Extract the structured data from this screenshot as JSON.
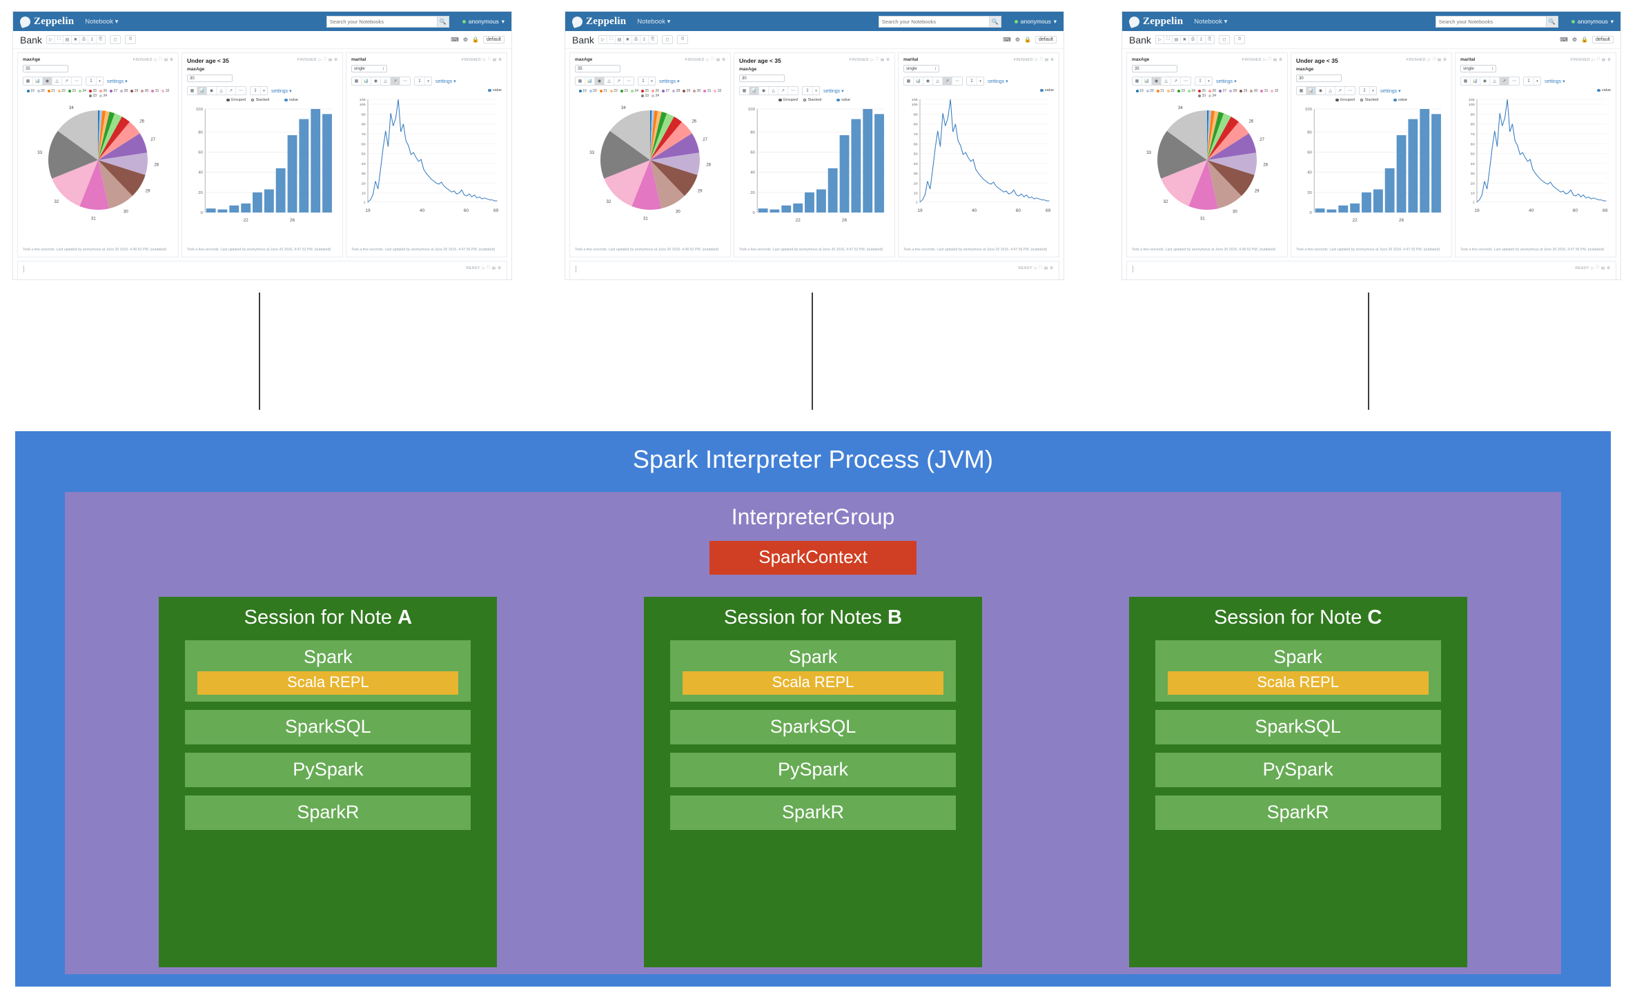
{
  "notebooks": [
    {
      "app_name": "Zeppelin",
      "menu": "Notebook",
      "search_placeholder": "Search your Notebooks",
      "user": "anonymous",
      "interpreter_binding": "default",
      "note_title": "Bank",
      "paragraphs": [
        {
          "label": "maxAge",
          "title": "",
          "input_value": "35",
          "status": "FINISHED",
          "viz": "pie",
          "settings_label": "settings",
          "footer": "Took a few seconds. Last updated by anonymous at June 26 2016, 4:46:52 PM. (outdated)"
        },
        {
          "label": "maxAge",
          "title": "Under age < 35",
          "input_value": "30",
          "status": "FINISHED",
          "viz": "bar",
          "settings_label": "settings",
          "grouped_label": "Grouped",
          "stacked_label": "Stacked",
          "series_label": "value",
          "footer": "Took a few seconds. Last updated by anonymous at June 26 2016, 4:47:32 PM. (outdated)"
        },
        {
          "label": "marital",
          "title": "",
          "select_value": "single",
          "status": "FINISHED",
          "viz": "line",
          "settings_label": "settings",
          "series_label": "value",
          "footer": "Took a few seconds. Last updated by anonymous at June 26 2016, 4:47:36 PM. (outdated)"
        }
      ],
      "bottom_status": "READY"
    }
  ],
  "chart_data": [
    {
      "type": "pie",
      "title": "",
      "legend_position": "top",
      "categories": [
        "19",
        "20",
        "21",
        "22",
        "23",
        "24",
        "25",
        "26",
        "27",
        "28",
        "29",
        "30",
        "31",
        "32",
        "33",
        "34"
      ],
      "values": [
        0.5,
        0.8,
        1.0,
        1.2,
        1.6,
        2.4,
        2.8,
        4.6,
        6.2,
        6.8,
        7.4,
        8.0,
        9.0,
        12.0,
        15.0,
        14.0
      ],
      "colors": [
        "#1f77b4",
        "#aec7e8",
        "#ff7f0e",
        "#ffbb78",
        "#2ca02c",
        "#98df8a",
        "#d62728",
        "#ff9896",
        "#9467bd",
        "#c5b0d5",
        "#8c564b",
        "#c49c94",
        "#e377c2",
        "#f7b6d2",
        "#7f7f7f",
        "#c7c7c7"
      ]
    },
    {
      "type": "bar",
      "title": "",
      "xlabel": "",
      "ylabel": "",
      "ylim": [
        0,
        103
      ],
      "yticks": [
        0,
        20,
        40,
        60,
        80,
        103
      ],
      "categories": [
        "19",
        "20",
        "21",
        "22",
        "23",
        "24",
        "25",
        "26",
        "27",
        "28",
        "29"
      ],
      "xticks": [
        "22",
        "26"
      ],
      "series": [
        {
          "name": "value",
          "color": "#5b94c7",
          "values": [
            4,
            3,
            7,
            9,
            20,
            23,
            44,
            77,
            93,
            103,
            98
          ]
        }
      ]
    },
    {
      "type": "line",
      "title": "",
      "xlabel": "",
      "ylabel": "",
      "ylim": [
        1,
        105
      ],
      "yticks": [
        1,
        10,
        20,
        30,
        40,
        50,
        60,
        70,
        80,
        90,
        100,
        105
      ],
      "xticks": [
        "19",
        "40",
        "60",
        "69"
      ],
      "series": [
        {
          "name": "value",
          "color": "#3a7ec0",
          "values": [
            1,
            3,
            8,
            22,
            14,
            34,
            55,
            73,
            57,
            91,
            78,
            86,
            105,
            72,
            80,
            63,
            58,
            49,
            51,
            46,
            42,
            44,
            34,
            30,
            27,
            24,
            22,
            20,
            19,
            21,
            17,
            15,
            13,
            11,
            12,
            9,
            10,
            13,
            8,
            7,
            9,
            6,
            8,
            5,
            6,
            4,
            5,
            4,
            3,
            3,
            2,
            2
          ]
        }
      ]
    }
  ],
  "diagram": {
    "process_title": "Spark Interpreter Process (JVM)",
    "interpreter_group_title": "InterpreterGroup",
    "spark_context_label": "SparkContext",
    "colors": {
      "process": "#4280d6",
      "group": "#8d7fc4",
      "session": "#31791f",
      "interpreter": "#67ab55",
      "repl": "#e8b530",
      "context": "#d03f23"
    },
    "sessions": [
      {
        "title_prefix": "Session for Note ",
        "title_note": "A",
        "interpreters": [
          "Spark",
          "SparkSQL",
          "PySpark",
          "SparkR"
        ],
        "repl_label": "Scala REPL"
      },
      {
        "title_prefix": "Session for Notes ",
        "title_note": "B",
        "interpreters": [
          "Spark",
          "SparkSQL",
          "PySpark",
          "SparkR"
        ],
        "repl_label": "Scala REPL"
      },
      {
        "title_prefix": "Session for Note ",
        "title_note": "C",
        "interpreters": [
          "Spark",
          "SparkSQL",
          "PySpark",
          "SparkR"
        ],
        "repl_label": "Scala REPL"
      }
    ]
  }
}
